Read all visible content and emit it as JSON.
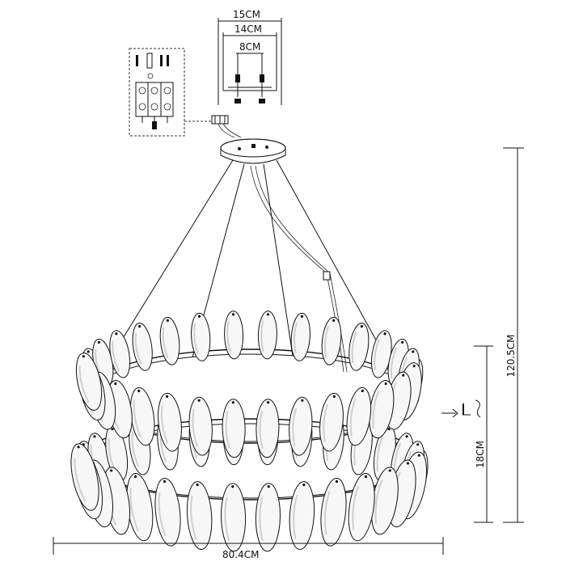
{
  "dimensions": {
    "top_outer_width": "15CM",
    "top_mid_width": "14CM",
    "top_inner_width": "8CM",
    "total_height": "120.5CM",
    "ring_height": "18CM",
    "diameter": "80.4CM"
  },
  "colors": {
    "line": "#111111",
    "leaf_fill": "#f7f7f7",
    "leaf_shade": "#cfcfcf"
  }
}
